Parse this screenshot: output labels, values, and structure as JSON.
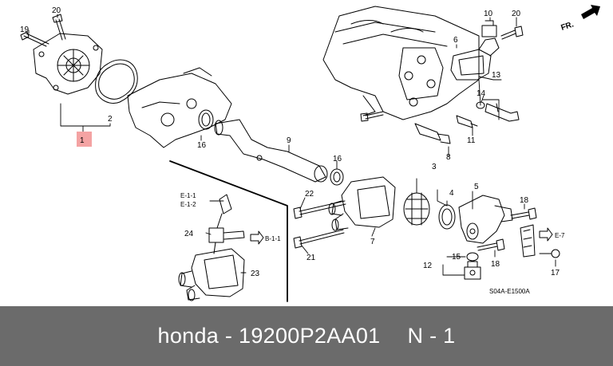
{
  "diagram": {
    "orientation": "FR.",
    "code": "S04A-E1500A",
    "highlight_color": "#f4a3a3",
    "callouts": {
      "p1": "1",
      "p2": "2",
      "p3": "3",
      "p4": "4",
      "p5": "5",
      "p6": "6",
      "p7": "7",
      "p8": "8",
      "p9": "9",
      "p10": "10",
      "p11": "11",
      "p12": "12",
      "p13": "13",
      "p14": "14",
      "p15": "15",
      "p16a": "16",
      "p16b": "16",
      "p17": "17",
      "p18a": "18",
      "p18b": "18",
      "p19": "19",
      "p20a": "20",
      "p20b": "20",
      "p21": "21",
      "p22": "22",
      "p23": "23",
      "p24": "24"
    },
    "refs": {
      "e11": "E-1-1",
      "e12": "E-1-2",
      "b11": "B-1-1",
      "e7": "E-7"
    }
  },
  "footer": {
    "brand": "honda",
    "separator": "-",
    "part_number": "19200P2AA01",
    "quantity": "N - 1"
  }
}
